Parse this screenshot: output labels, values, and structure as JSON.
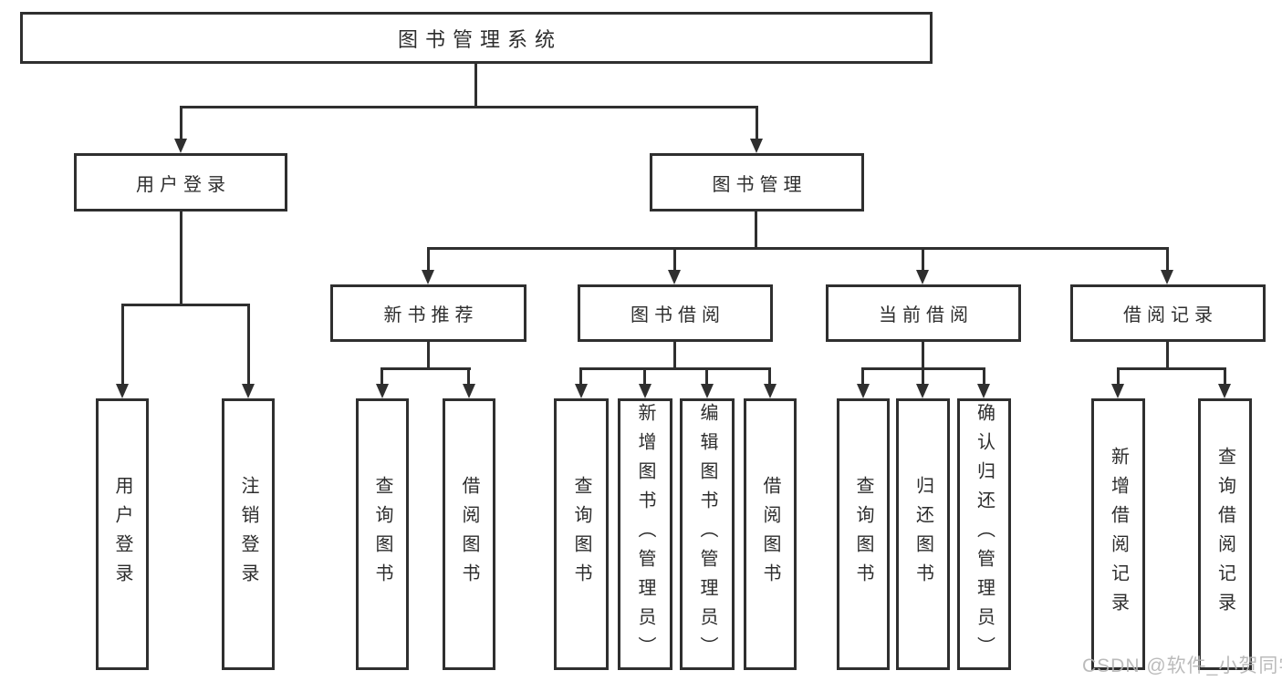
{
  "diagram": {
    "root": {
      "label": "图书管理系统"
    },
    "branches": [
      {
        "label": "用户登录",
        "children": [
          {
            "label": "用户登录"
          },
          {
            "label": "注销登录"
          }
        ]
      },
      {
        "label": "图书管理",
        "sections": [
          {
            "label": "新书推荐",
            "children": [
              {
                "label": "查询图书"
              },
              {
                "label": "借阅图书"
              }
            ]
          },
          {
            "label": "图书借阅",
            "children": [
              {
                "label": "查询图书"
              },
              {
                "label": "新增图书（管理员）"
              },
              {
                "label": "编辑图书（管理员）"
              },
              {
                "label": "借阅图书"
              }
            ]
          },
          {
            "label": "当前借阅",
            "children": [
              {
                "label": "查询图书"
              },
              {
                "label": "归还图书"
              },
              {
                "label": "确认归还（管理员）"
              }
            ]
          },
          {
            "label": "借阅记录",
            "children": [
              {
                "label": "新增借阅记录"
              },
              {
                "label": "查询借阅记录"
              }
            ]
          }
        ]
      }
    ]
  },
  "watermark": {
    "text": "CSDN @软件_小贺同学"
  },
  "colors": {
    "line": "#2f2f2f",
    "text": "#2d2d2d",
    "background": "#ffffff",
    "watermark": "#b4b4b4"
  }
}
